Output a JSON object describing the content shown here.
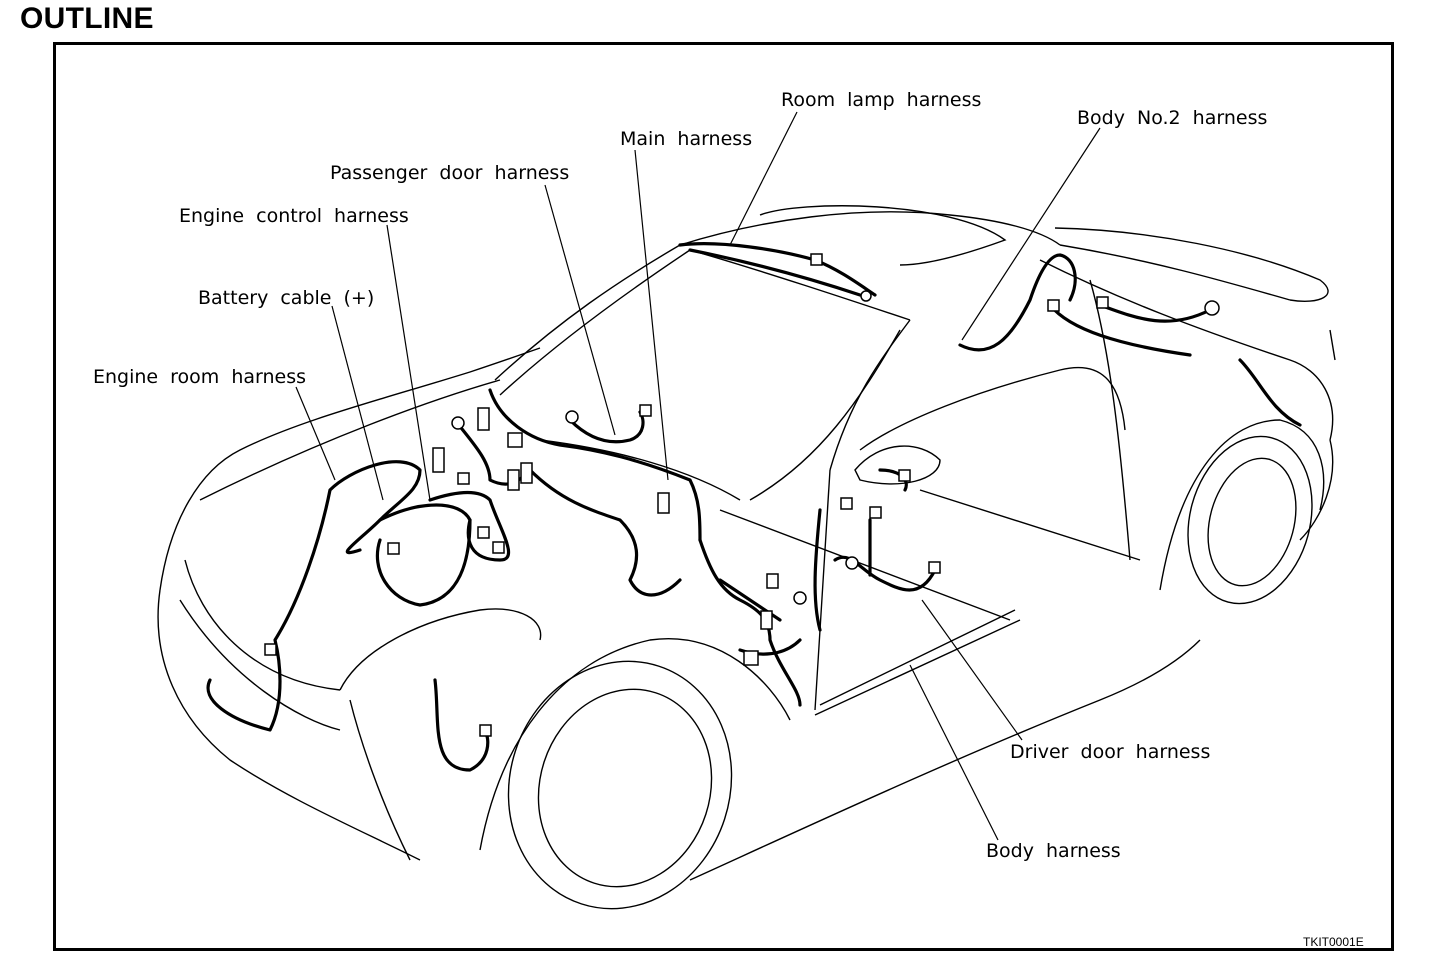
{
  "page_title": "OUTLINE",
  "figure_id": "TKIT0001E",
  "labels": {
    "room_lamp": "Room lamp harness",
    "body_no2": "Body No.2 harness",
    "main": "Main harness",
    "passenger_door": "Passenger door harness",
    "engine_control": "Engine control harness",
    "battery_cable": "Battery cable (+)",
    "engine_room": "Engine room harness",
    "driver_door": "Driver door harness",
    "body": "Body harness"
  }
}
